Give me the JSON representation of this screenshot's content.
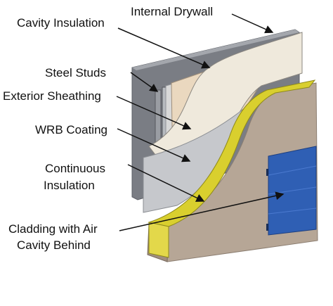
{
  "diagram": {
    "labels": {
      "internal_drywall": "Internal Drywall",
      "cavity_insulation": "Cavity Insulation",
      "steel_studs": "Steel Studs",
      "exterior_sheathing": "Exterior Sheathing",
      "wrb_coating": "WRB Coating",
      "continuous_insulation_line1": "Continuous",
      "continuous_insulation_line2": "Insulation",
      "cladding_line1": "Cladding with Air",
      "cladding_line2": "Cavity Behind"
    },
    "colors": {
      "drywall": "#7c7f86",
      "cavity_insulation": "#ead9c2",
      "sheathing": "#d6d6d6",
      "wrb": "#c9cbcf",
      "continuous_insulation": "#dcd23a",
      "cladding": "#b8a89a",
      "panel": "#2f5fb3"
    }
  }
}
